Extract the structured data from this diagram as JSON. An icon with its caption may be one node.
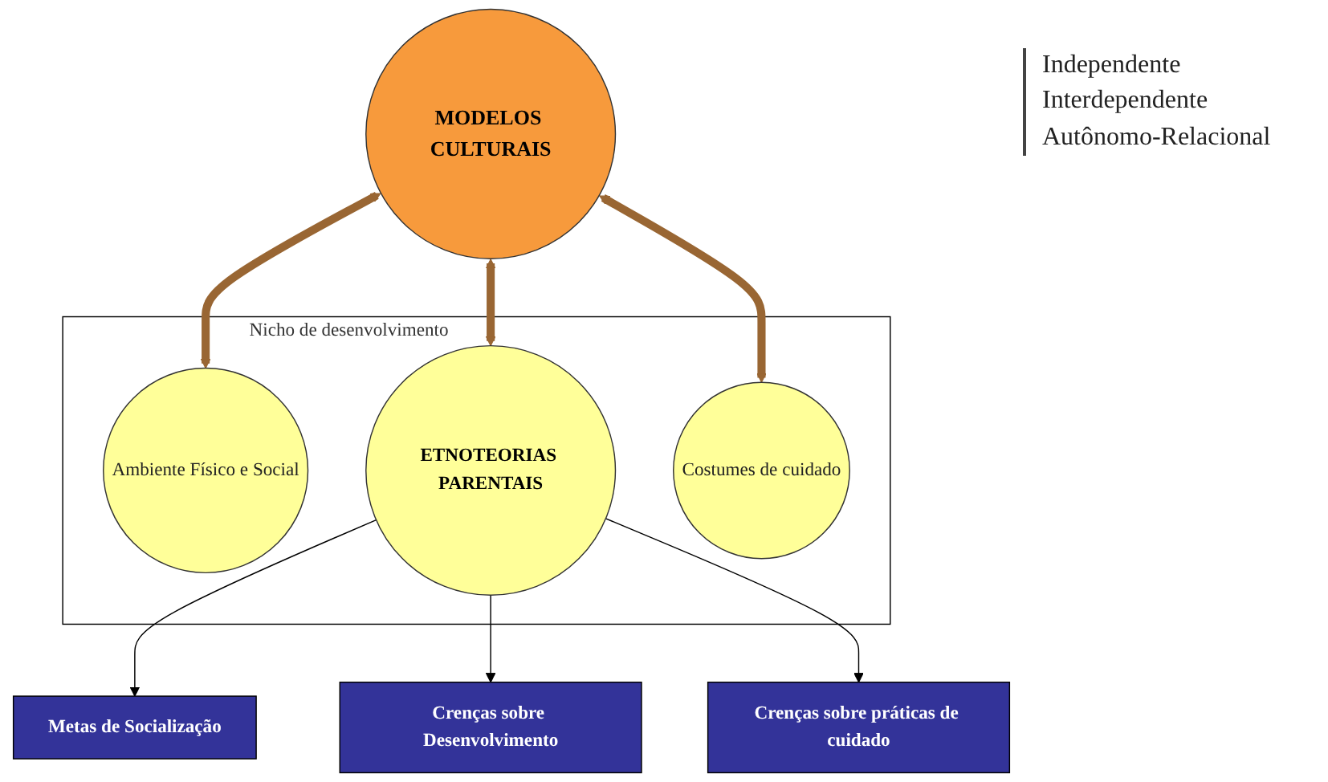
{
  "diagram": {
    "nodes": [
      {
        "text": [
          "MODELOS CULTURAIS"
        ],
        "beside": [
          "Independente",
          "Interdependente",
          "Autônomo-Relacional"
        ]
      },
      {
        "text": [
          "Nicho de desenvolvimento"
        ]
      },
      {
        "text": [
          "Ambiente Físico e Social"
        ],
        "in": 1
      },
      {
        "text": [
          "ETNOTEORIAS PARENTAIS"
        ],
        "in": 1
      },
      {
        "text": [
          "Costumes de cuidado"
        ],
        "in": 1
      },
      {
        "text": [
          "Metas de Socialização"
        ]
      },
      {
        "text": [
          "Crenças sobre Desenvolvimento"
        ]
      },
      {
        "text": [
          "Crenças sobre práticas de cuidado"
        ]
      }
    ],
    "edges": [
      {
        "from": 0,
        "to": 2,
        "arrow": "both",
        "style": "thick",
        "color": "#996633"
      },
      {
        "from": 0,
        "to": 3,
        "arrow": "both",
        "style": "thick",
        "color": "#996633"
      },
      {
        "from": 0,
        "to": 4,
        "arrow": "both",
        "style": "thick",
        "color": "#996633"
      },
      {
        "from": 3,
        "to": 5,
        "arrow": "to",
        "color": "#000000"
      },
      {
        "from": 3,
        "to": 6,
        "arrow": "to",
        "color": "#000000"
      },
      {
        "from": 3,
        "to": 7,
        "arrow": "to",
        "color": "#000000"
      }
    ]
  }
}
